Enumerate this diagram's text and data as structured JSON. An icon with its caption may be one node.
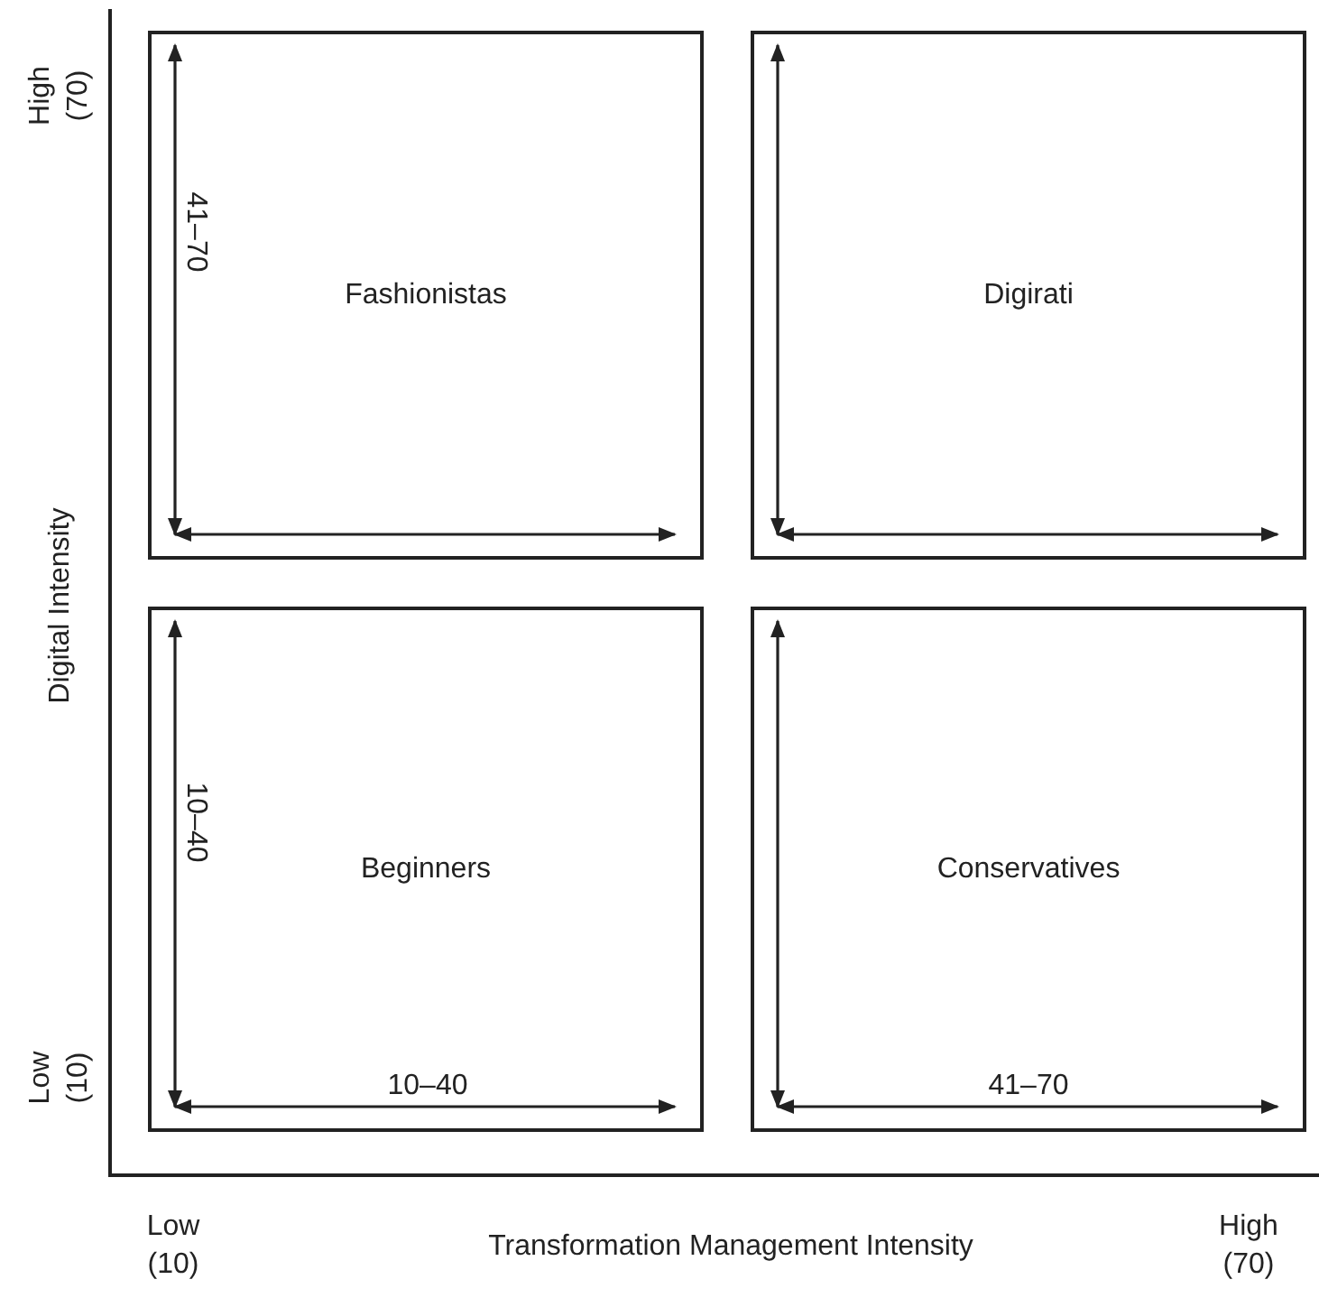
{
  "diagram": {
    "nodes": [
      {
        "text": [
          "Fashionistas"
        ]
      },
      {
        "text": [
          "Digirati"
        ]
      },
      {
        "text": [
          "Beginners"
        ]
      },
      {
        "text": [
          "Conservatives"
        ]
      }
    ],
    "labels": [
      "High (70)",
      "41–70",
      "Digital Intensity",
      "10–40",
      "10–40",
      "41–70",
      "Low (10)",
      "Low (10)",
      "Transformation Management Intensity",
      "High (70)"
    ]
  }
}
